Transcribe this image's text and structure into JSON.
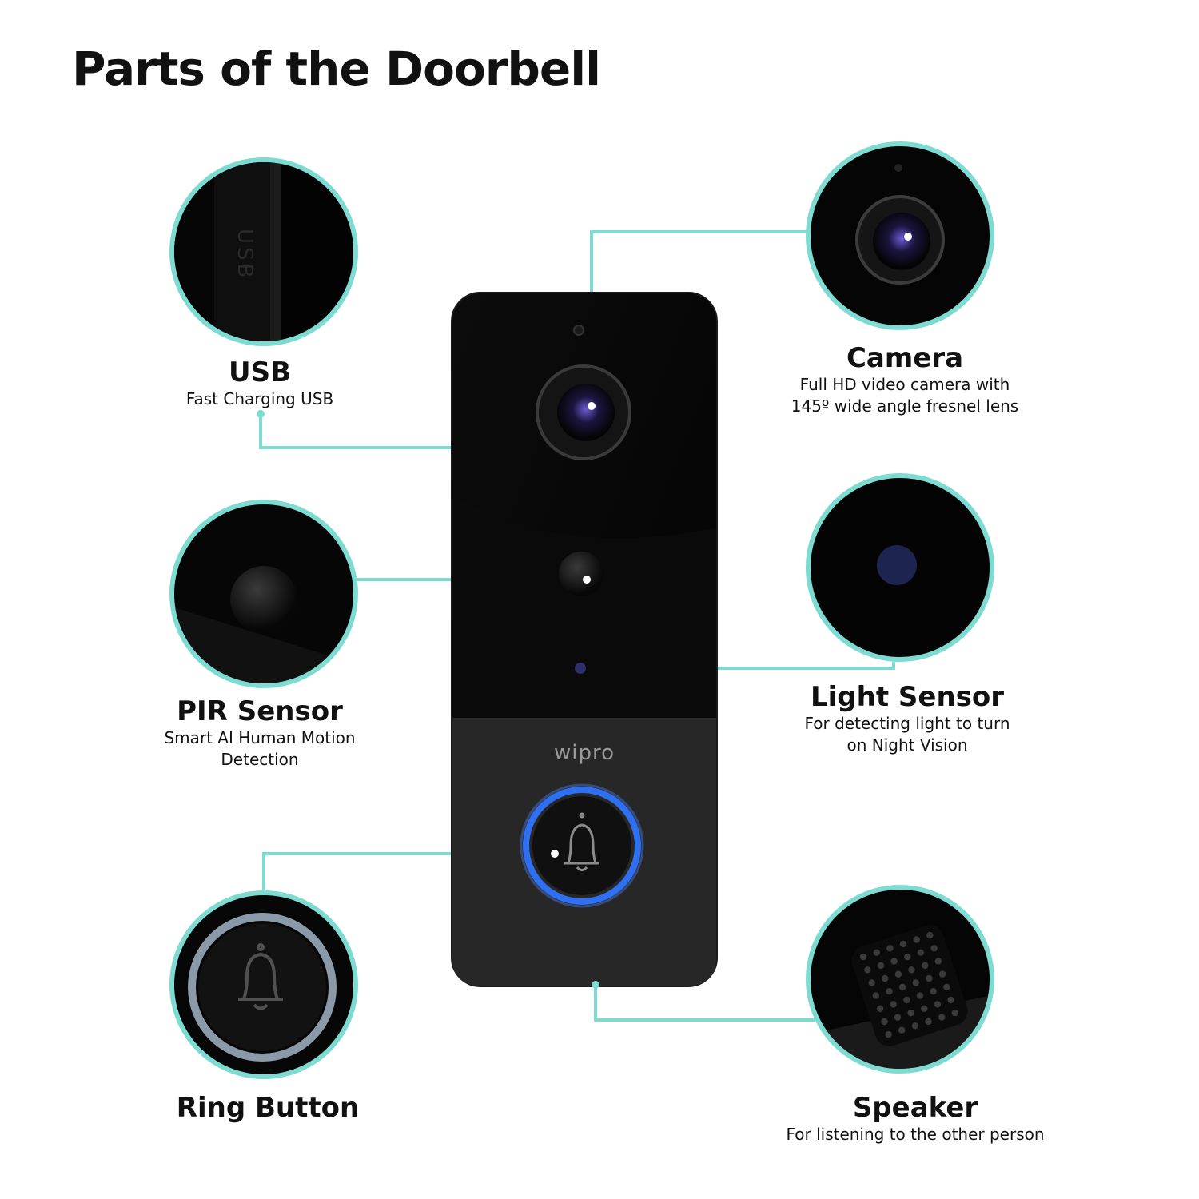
{
  "title": "Parts of the Doorbell",
  "brand": "wipro",
  "usb_port_text": "USB",
  "colors": {
    "accent": "#7ddbd1",
    "device_black": "#050505",
    "device_bottom": "#262626",
    "ring_blue": "#2f6ff2",
    "background": "#ffffff"
  },
  "parts": [
    {
      "id": "usb",
      "name": "USB",
      "desc": [
        "Fast Charging USB"
      ]
    },
    {
      "id": "camera",
      "name": "Camera",
      "desc": [
        "Full HD video camera with",
        "145º wide angle fresnel lens"
      ]
    },
    {
      "id": "pir",
      "name": "PIR Sensor",
      "desc": [
        "Smart AI Human Motion",
        "Detection"
      ]
    },
    {
      "id": "light",
      "name": "Light Sensor",
      "desc": [
        "For detecting light to turn",
        "on Night Vision"
      ]
    },
    {
      "id": "ring",
      "name": "Ring Button",
      "desc": []
    },
    {
      "id": "speaker",
      "name": "Speaker",
      "desc": [
        "For listening to the other person"
      ]
    }
  ]
}
